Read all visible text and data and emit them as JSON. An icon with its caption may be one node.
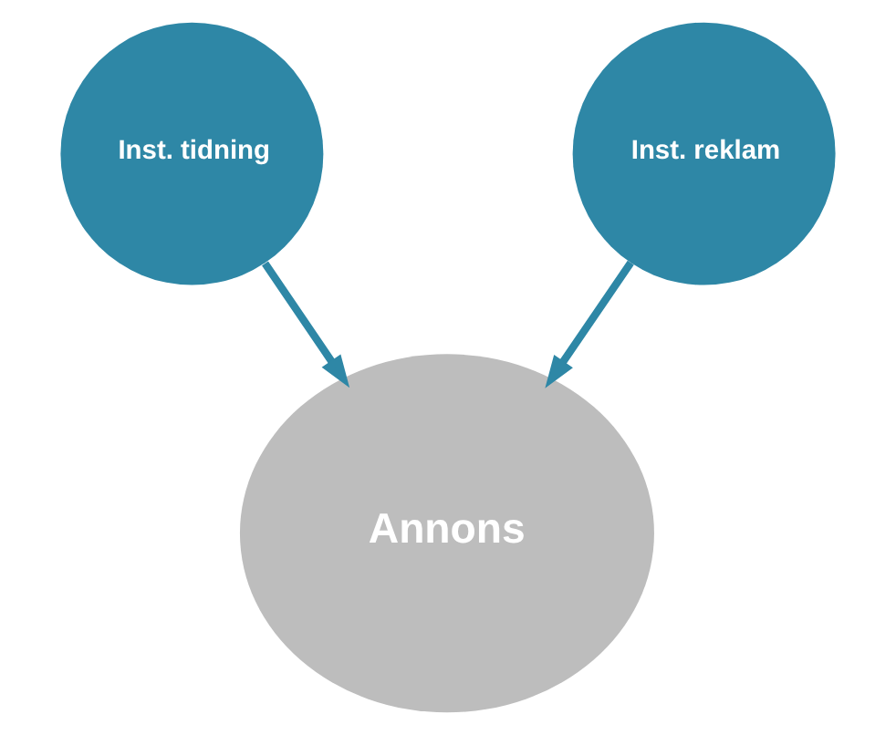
{
  "diagram": {
    "nodes": [
      {
        "text": [
          "Inst. tidning"
        ]
      },
      {
        "text": [
          "Inst. reklam"
        ]
      },
      {
        "text": [
          "Annons"
        ]
      }
    ],
    "edges": [
      {
        "from": 0,
        "to": 2,
        "arrow": "to"
      },
      {
        "from": 1,
        "to": 2,
        "arrow": "to"
      }
    ]
  }
}
